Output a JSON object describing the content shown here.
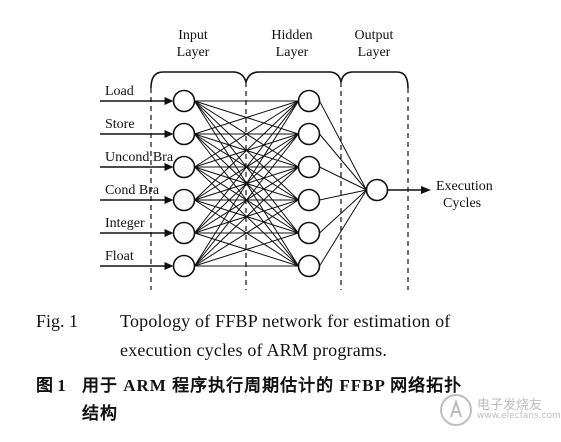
{
  "layers": {
    "input": [
      "Input",
      "Layer"
    ],
    "hidden": [
      "Hidden",
      "Layer"
    ],
    "output": [
      "Output",
      "Layer"
    ]
  },
  "inputs": [
    "Load",
    "Store",
    "Uncond Bra",
    "Cond Bra",
    "Integer",
    "Float"
  ],
  "hidden_count": 6,
  "output_label": [
    "Execution",
    "Cycles"
  ],
  "caption": {
    "fig_num": "Fig. 1",
    "en_line1": "Topology of FFBP network for estimation of",
    "en_line2": "execution cycles of ARM programs.",
    "zh_num": "图 1",
    "zh_line1": "用于 ARM 程序执行周期估计的 FFBP 网络拓扑",
    "zh_line2": "结构"
  },
  "watermark": {
    "text": "电子发烧友",
    "url": "www.elecfans.com"
  }
}
